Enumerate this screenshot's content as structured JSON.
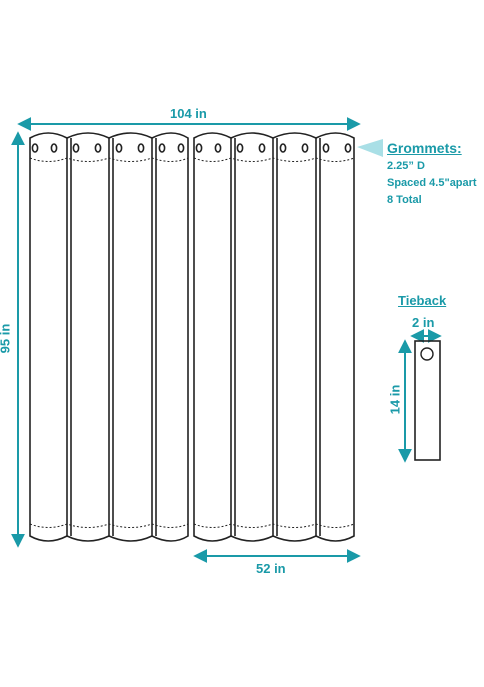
{
  "dimensions": {
    "total_width": "104 in",
    "height": "95 in",
    "panel_width": "52 in"
  },
  "grommets": {
    "heading": "Grommets:",
    "diameter": "2.25” D",
    "spacing": "Spaced 4.5\"apart",
    "total": "8 Total"
  },
  "tieback": {
    "heading": "Tieback",
    "width": "2 in",
    "length": "14 in"
  },
  "colors": {
    "accent": "#1a9aa8",
    "outline": "#222222",
    "grommet_marker": "#a9dfe6"
  }
}
